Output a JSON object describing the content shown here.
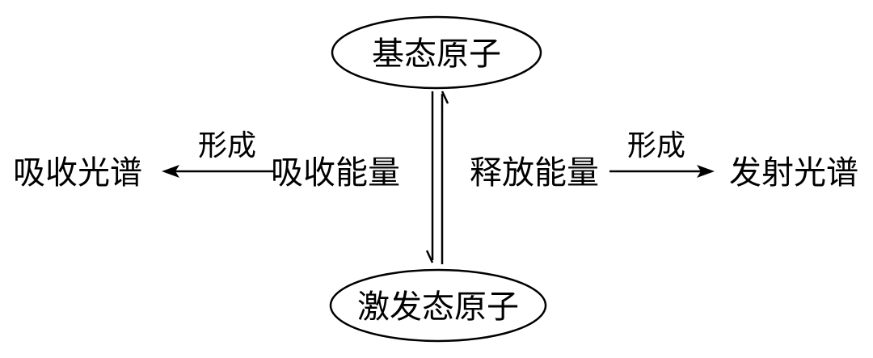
{
  "nodes": {
    "ground_state": "基态原子",
    "excited_state": "激发态原子",
    "absorb_energy": "吸收能量",
    "release_energy": "释放能量",
    "absorption_spectrum": "吸收光谱",
    "emission_spectrum": "发射光谱"
  },
  "edges": {
    "left_label": "形成",
    "right_label": "形成"
  },
  "colors": {
    "ink": "#000000",
    "background": "#ffffff"
  }
}
